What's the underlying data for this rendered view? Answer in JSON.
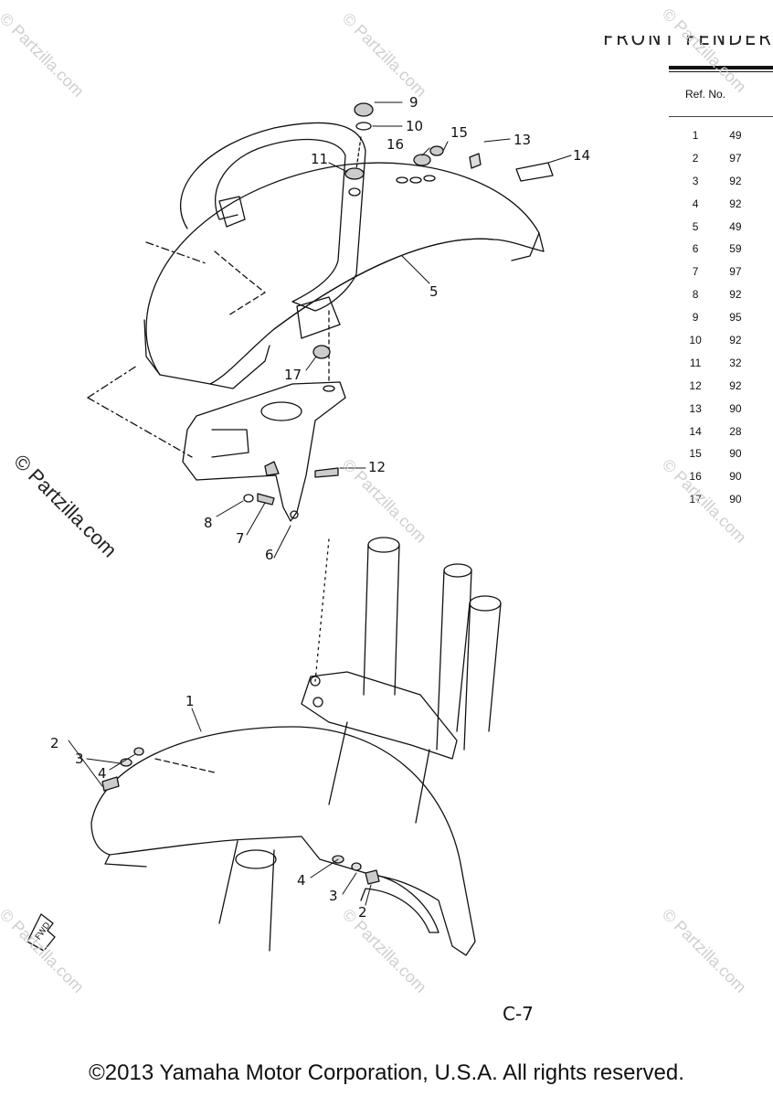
{
  "title": "FRONT FENDER",
  "table": {
    "header": "Ref. No.",
    "rows": [
      {
        "ref": "1",
        "pn": "49"
      },
      {
        "ref": "2",
        "pn": "97"
      },
      {
        "ref": "3",
        "pn": "92"
      },
      {
        "ref": "4",
        "pn": "92"
      },
      {
        "ref": "5",
        "pn": "49"
      },
      {
        "ref": "6",
        "pn": "59"
      },
      {
        "ref": "7",
        "pn": "97"
      },
      {
        "ref": "8",
        "pn": "92"
      },
      {
        "ref": "9",
        "pn": "95"
      },
      {
        "ref": "10",
        "pn": "92"
      },
      {
        "ref": "11",
        "pn": "32"
      },
      {
        "ref": "12",
        "pn": "92"
      },
      {
        "ref": "13",
        "pn": "90"
      },
      {
        "ref": "14",
        "pn": "28"
      },
      {
        "ref": "15",
        "pn": "90"
      },
      {
        "ref": "16",
        "pn": "90"
      },
      {
        "ref": "17",
        "pn": "90"
      }
    ]
  },
  "callouts": {
    "c1": "1",
    "c2a": "2",
    "c2b": "2",
    "c3a": "3",
    "c3b": "3",
    "c4a": "4",
    "c4b": "4",
    "c5": "5",
    "c6": "6",
    "c7": "7",
    "c8": "8",
    "c9": "9",
    "c10": "10",
    "c11": "11",
    "c12": "12",
    "c13": "13",
    "c14": "14",
    "c15": "15",
    "c16": "16",
    "c17": "17"
  },
  "fwd_label": "FWD",
  "page_code": "C-7",
  "watermark": "© Partzilla.com",
  "watermark_faint": "© Partzilla.com",
  "copyright": "©2013 Yamaha Motor Corporation, U.S.A. All rights reserved."
}
